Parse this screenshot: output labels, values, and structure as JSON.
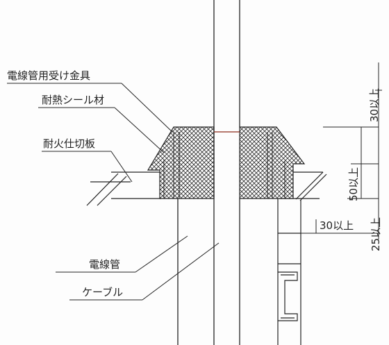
{
  "labels": {
    "bracket": "電線管用受け金具",
    "seal": "耐熱シール材",
    "partition": "耐火仕切板",
    "conduit": "電線管",
    "cable": "ケーブル"
  },
  "dimensions": {
    "top_min": "30以上",
    "seal_min": "50以上",
    "below_min": "30以上",
    "base_min": "25以上"
  },
  "colors": {
    "line": "#222222",
    "hatch": "#333333",
    "cable_mark": "#8b2a1a"
  }
}
